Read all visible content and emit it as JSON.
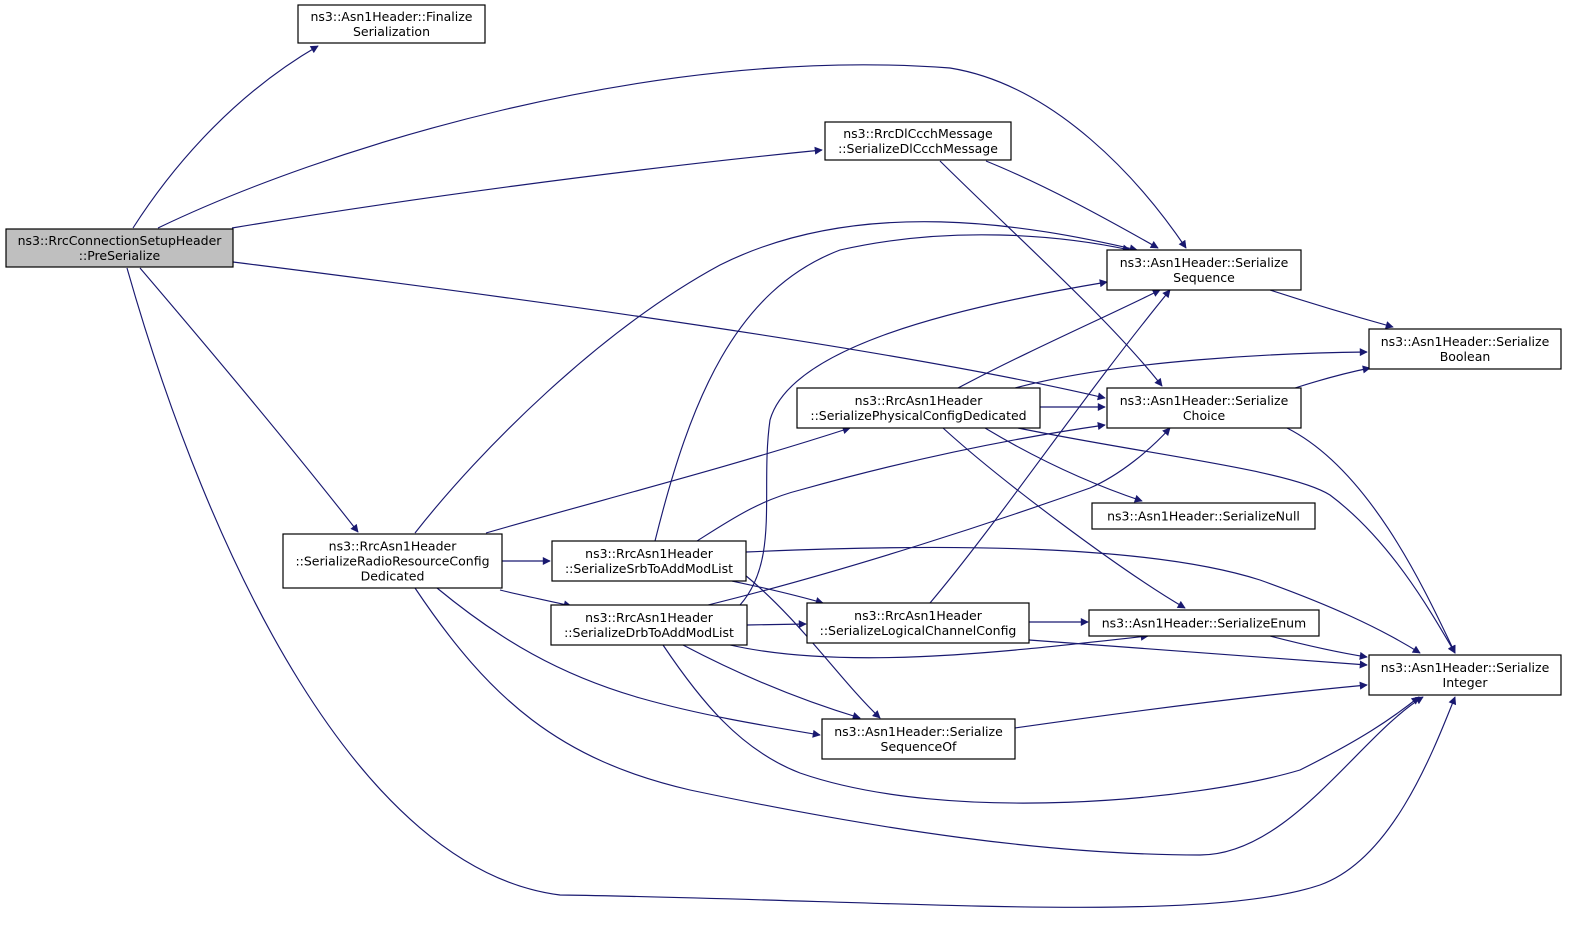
{
  "graph": {
    "edge_color": "#191970",
    "root_fill": "#bfbfbf",
    "nodes": [
      {
        "id": "preSerialize",
        "lines": [
          "ns3::RrcConnectionSetupHeader",
          "::PreSerialize"
        ],
        "root": true
      },
      {
        "id": "finalizeSerialization",
        "lines": [
          "ns3::Asn1Header::Finalize",
          "Serialization"
        ]
      },
      {
        "id": "serializeDlCcchMessage",
        "lines": [
          "ns3::RrcDlCcchMessage",
          "::SerializeDlCcchMessage"
        ]
      },
      {
        "id": "serializeSequence",
        "lines": [
          "ns3::Asn1Header::Serialize",
          "Sequence"
        ]
      },
      {
        "id": "serializeBoolean",
        "lines": [
          "ns3::Asn1Header::Serialize",
          "Boolean"
        ]
      },
      {
        "id": "serializeChoice",
        "lines": [
          "ns3::Asn1Header::Serialize",
          "Choice"
        ]
      },
      {
        "id": "serializePhysicalConfigDedicated",
        "lines": [
          "ns3::RrcAsn1Header",
          "::SerializePhysicalConfigDedicated"
        ]
      },
      {
        "id": "serializeNull",
        "lines": [
          "ns3::Asn1Header::SerializeNull"
        ]
      },
      {
        "id": "serializeRadioResourceConfigDedicated",
        "lines": [
          "ns3::RrcAsn1Header",
          "::SerializeRadioResourceConfig",
          "Dedicated"
        ]
      },
      {
        "id": "serializeSrbToAddModList",
        "lines": [
          "ns3::RrcAsn1Header",
          "::SerializeSrbToAddModList"
        ]
      },
      {
        "id": "serializeDrbToAddModList",
        "lines": [
          "ns3::RrcAsn1Header",
          "::SerializeDrbToAddModList"
        ]
      },
      {
        "id": "serializeLogicalChannelConfig",
        "lines": [
          "ns3::RrcAsn1Header",
          "::SerializeLogicalChannelConfig"
        ]
      },
      {
        "id": "serializeEnum",
        "lines": [
          "ns3::Asn1Header::SerializeEnum"
        ]
      },
      {
        "id": "serializeInteger",
        "lines": [
          "ns3::Asn1Header::Serialize",
          "Integer"
        ]
      },
      {
        "id": "serializeSequenceOf",
        "lines": [
          "ns3::Asn1Header::Serialize",
          "SequenceOf"
        ]
      }
    ],
    "edges": [
      {
        "from": "preSerialize",
        "to": "finalizeSerialization"
      },
      {
        "from": "preSerialize",
        "to": "serializeSequence"
      },
      {
        "from": "preSerialize",
        "to": "serializeDlCcchMessage"
      },
      {
        "from": "preSerialize",
        "to": "serializeChoice"
      },
      {
        "from": "preSerialize",
        "to": "serializeRadioResourceConfigDedicated"
      },
      {
        "from": "preSerialize",
        "to": "serializeInteger"
      },
      {
        "from": "serializeDlCcchMessage",
        "to": "serializeSequence"
      },
      {
        "from": "serializeDlCcchMessage",
        "to": "serializeChoice"
      },
      {
        "from": "serializeSequence",
        "to": "serializeBoolean"
      },
      {
        "from": "serializeChoice",
        "to": "serializeBoolean"
      },
      {
        "from": "serializeChoice",
        "to": "serializeInteger"
      },
      {
        "from": "serializePhysicalConfigDedicated",
        "to": "serializeSequence"
      },
      {
        "from": "serializePhysicalConfigDedicated",
        "to": "serializeBoolean"
      },
      {
        "from": "serializePhysicalConfigDedicated",
        "to": "serializeChoice"
      },
      {
        "from": "serializePhysicalConfigDedicated",
        "to": "serializeNull"
      },
      {
        "from": "serializePhysicalConfigDedicated",
        "to": "serializeEnum"
      },
      {
        "from": "serializePhysicalConfigDedicated",
        "to": "serializeInteger"
      },
      {
        "from": "serializeRadioResourceConfigDedicated",
        "to": "serializeSequence"
      },
      {
        "from": "serializeRadioResourceConfigDedicated",
        "to": "serializePhysicalConfigDedicated"
      },
      {
        "from": "serializeRadioResourceConfigDedicated",
        "to": "serializeSrbToAddModList"
      },
      {
        "from": "serializeRadioResourceConfigDedicated",
        "to": "serializeDrbToAddModList"
      },
      {
        "from": "serializeRadioResourceConfigDedicated",
        "to": "serializeSequenceOf"
      },
      {
        "from": "serializeRadioResourceConfigDedicated",
        "to": "serializeInteger"
      },
      {
        "from": "serializeSrbToAddModList",
        "to": "serializeSequence"
      },
      {
        "from": "serializeSrbToAddModList",
        "to": "serializeChoice"
      },
      {
        "from": "serializeSrbToAddModList",
        "to": "serializeInteger"
      },
      {
        "from": "serializeSrbToAddModList",
        "to": "serializeLogicalChannelConfig"
      },
      {
        "from": "serializeSrbToAddModList",
        "to": "serializeSequenceOf"
      },
      {
        "from": "serializeDrbToAddModList",
        "to": "serializeSequence"
      },
      {
        "from": "serializeDrbToAddModList",
        "to": "serializeChoice"
      },
      {
        "from": "serializeDrbToAddModList",
        "to": "serializeLogicalChannelConfig"
      },
      {
        "from": "serializeDrbToAddModList",
        "to": "serializeEnum"
      },
      {
        "from": "serializeDrbToAddModList",
        "to": "serializeSequenceOf"
      },
      {
        "from": "serializeDrbToAddModList",
        "to": "serializeInteger"
      },
      {
        "from": "serializeLogicalChannelConfig",
        "to": "serializeSequence"
      },
      {
        "from": "serializeLogicalChannelConfig",
        "to": "serializeEnum"
      },
      {
        "from": "serializeLogicalChannelConfig",
        "to": "serializeInteger"
      },
      {
        "from": "serializeEnum",
        "to": "serializeInteger"
      },
      {
        "from": "serializeSequenceOf",
        "to": "serializeInteger"
      }
    ]
  }
}
